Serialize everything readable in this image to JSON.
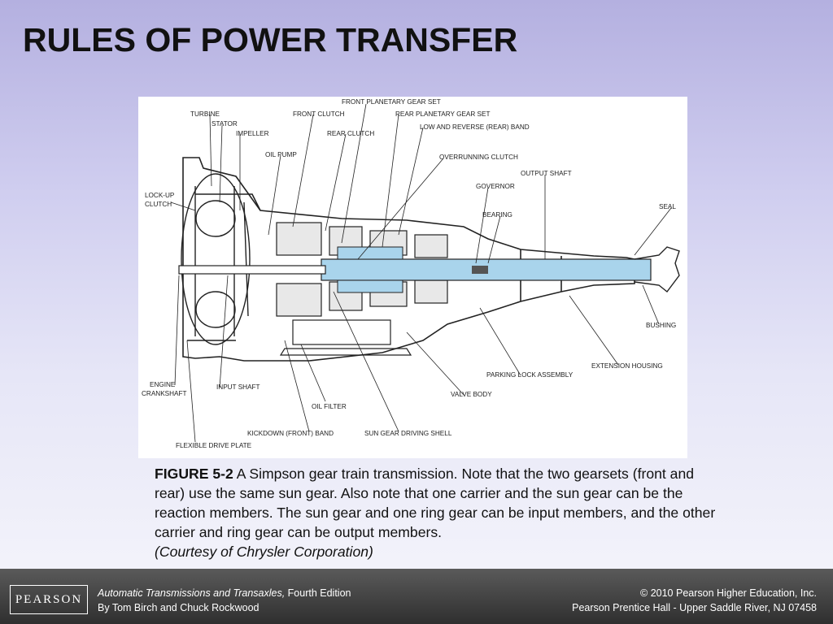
{
  "slide": {
    "title": "RULES OF POWER TRANSFER"
  },
  "diagram": {
    "labels": {
      "front_planetary_gear_set": "FRONT PLANETARY GEAR SET",
      "rear_planetary_gear_set": "REAR PLANETARY GEAR SET",
      "low_and_reverse_band": "LOW AND REVERSE (REAR) BAND",
      "turbine": "TURBINE",
      "front_clutch": "FRONT CLUTCH",
      "stator": "STATOR",
      "impeller": "IMPELLER",
      "rear_clutch": "REAR CLUTCH",
      "oil_pump": "OIL PUMP",
      "overrunning_clutch": "OVERRUNNING CLUTCH",
      "output_shaft": "OUTPUT SHAFT",
      "governor": "GOVERNOR",
      "lockup_clutch_1": "LOCK-UP",
      "lockup_clutch_2": "CLUTCH",
      "bearing": "BEARING",
      "seal": "SEAL",
      "bushing": "BUSHING",
      "extension_housing": "EXTENSION HOUSING",
      "parking_lock_assembly": "PARKING LOCK ASSEMBLY",
      "engine_crankshaft_1": "ENGINE",
      "engine_crankshaft_2": "CRANKSHAFT",
      "input_shaft": "INPUT SHAFT",
      "valve_body": "VALVE BODY",
      "oil_filter": "OIL FILTER",
      "kickdown_band": "KICKDOWN (FRONT) BAND",
      "sun_gear_driving_shell": "SUN GEAR DRIVING SHELL",
      "flexible_drive_plate": "FLEXIBLE DRIVE PLATE"
    }
  },
  "caption": {
    "figure_id": "FIGURE 5-2",
    "text": " A Simpson gear train transmission. Note that the two gearsets (front and rear) use the same sun gear. Also note that one carrier and the sun gear can be the reaction members. The sun gear and one ring gear can be input members, and the other carrier and ring gear can be output members.",
    "credit": "(Courtesy of Chrysler Corporation)"
  },
  "footer": {
    "logo": "PEARSON",
    "book_title": "Automatic Transmissions and Transaxles,",
    "edition": " Fourth Edition",
    "authors": "By Tom Birch and Chuck Rockwood",
    "copyright": "© 2010 Pearson Higher Education, Inc.",
    "publisher": "Pearson Prentice Hall - Upper Saddle River, NJ 07458"
  },
  "colors": {
    "highlight_blue": "#a9d4ec",
    "footer_bg": "#3a3a3a"
  }
}
